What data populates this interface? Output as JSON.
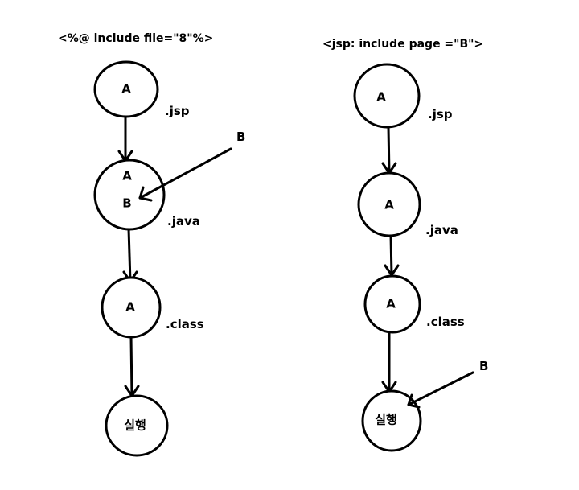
{
  "left": {
    "title": "<%@ include file=\"8\"%>",
    "nodes": [
      {
        "text": "A",
        "label": ".jsp"
      },
      {
        "text_top": "A",
        "text_bottom": "B",
        "label": ".java"
      },
      {
        "text": "A",
        "label": ".class"
      },
      {
        "text": "실행"
      }
    ],
    "incoming": "B"
  },
  "right": {
    "title": "<jsp: include page =\"B\">",
    "nodes": [
      {
        "text": "A",
        "label": ".jsp"
      },
      {
        "text": "A",
        "label": ".java"
      },
      {
        "text": "A",
        "label": ".class"
      },
      {
        "text": "실행"
      }
    ],
    "incoming": "B"
  }
}
